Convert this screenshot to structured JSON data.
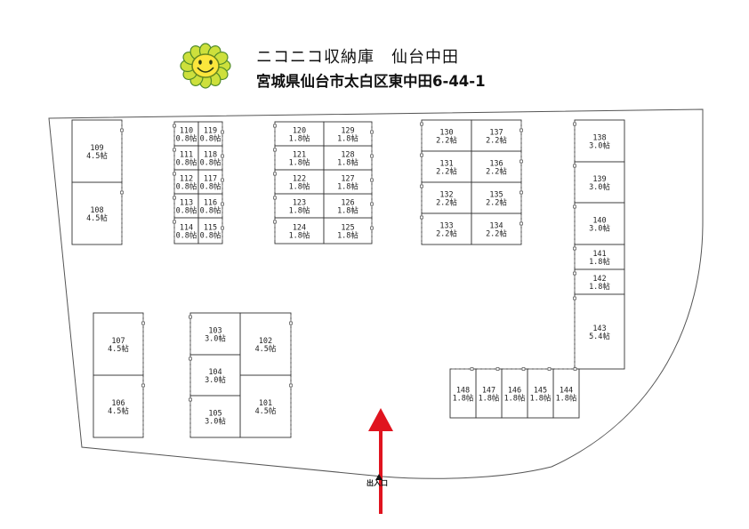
{
  "header": {
    "title": "ニコニコ収納庫　仙台中田",
    "address": "宮城県仙台市太白区東中田6-44-1",
    "logo_icon": "smiling-sunflower-icon",
    "logo_colors": {
      "petal": "#cde03c",
      "petal_outline": "#4f8a2a",
      "face": "#fbe63c",
      "face_outline": "#6b8a1e"
    }
  },
  "map": {
    "entrance_label": "出入口",
    "arrow_color": "#e0141f",
    "units": [
      {
        "id": "109",
        "size": "4.5帖"
      },
      {
        "id": "108",
        "size": "4.5帖"
      },
      {
        "id": "110",
        "size": "0.8帖"
      },
      {
        "id": "119",
        "size": "0.8帖"
      },
      {
        "id": "111",
        "size": "0.8帖"
      },
      {
        "id": "118",
        "size": "0.8帖"
      },
      {
        "id": "112",
        "size": "0.8帖"
      },
      {
        "id": "117",
        "size": "0.8帖"
      },
      {
        "id": "113",
        "size": "0.8帖"
      },
      {
        "id": "116",
        "size": "0.8帖"
      },
      {
        "id": "114",
        "size": "0.8帖"
      },
      {
        "id": "115",
        "size": "0.8帖"
      },
      {
        "id": "120",
        "size": "1.8帖"
      },
      {
        "id": "129",
        "size": "1.8帖"
      },
      {
        "id": "121",
        "size": "1.8帖"
      },
      {
        "id": "128",
        "size": "1.8帖"
      },
      {
        "id": "122",
        "size": "1.8帖"
      },
      {
        "id": "127",
        "size": "1.8帖"
      },
      {
        "id": "123",
        "size": "1.8帖"
      },
      {
        "id": "126",
        "size": "1.8帖"
      },
      {
        "id": "124",
        "size": "1.8帖"
      },
      {
        "id": "125",
        "size": "1.8帖"
      },
      {
        "id": "130",
        "size": "2.2帖"
      },
      {
        "id": "137",
        "size": "2.2帖"
      },
      {
        "id": "131",
        "size": "2.2帖"
      },
      {
        "id": "136",
        "size": "2.2帖"
      },
      {
        "id": "132",
        "size": "2.2帖"
      },
      {
        "id": "135",
        "size": "2.2帖"
      },
      {
        "id": "133",
        "size": "2.2帖"
      },
      {
        "id": "134",
        "size": "2.2帖"
      },
      {
        "id": "138",
        "size": "3.0帖"
      },
      {
        "id": "139",
        "size": "3.0帖"
      },
      {
        "id": "140",
        "size": "3.0帖"
      },
      {
        "id": "141",
        "size": "1.8帖"
      },
      {
        "id": "142",
        "size": "1.8帖"
      },
      {
        "id": "143",
        "size": "5.4帖"
      },
      {
        "id": "107",
        "size": "4.5帖"
      },
      {
        "id": "106",
        "size": "4.5帖"
      },
      {
        "id": "103",
        "size": "3.0帖"
      },
      {
        "id": "104",
        "size": "3.0帖"
      },
      {
        "id": "105",
        "size": "3.0帖"
      },
      {
        "id": "102",
        "size": "4.5帖"
      },
      {
        "id": "101",
        "size": "4.5帖"
      },
      {
        "id": "148",
        "size": "1.8帖"
      },
      {
        "id": "147",
        "size": "1.8帖"
      },
      {
        "id": "146",
        "size": "1.8帖"
      },
      {
        "id": "145",
        "size": "1.8帖"
      },
      {
        "id": "144",
        "size": "1.8帖"
      }
    ]
  }
}
